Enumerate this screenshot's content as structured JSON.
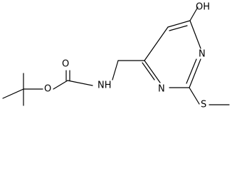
{
  "molecule": {
    "labels": {
      "hydroxyl": "OH",
      "ring_n_upper": "N",
      "ring_n_lower": "N",
      "sulfur": "S",
      "amine": "NH",
      "carbonyl_o": "O",
      "ester_o": "O"
    }
  }
}
